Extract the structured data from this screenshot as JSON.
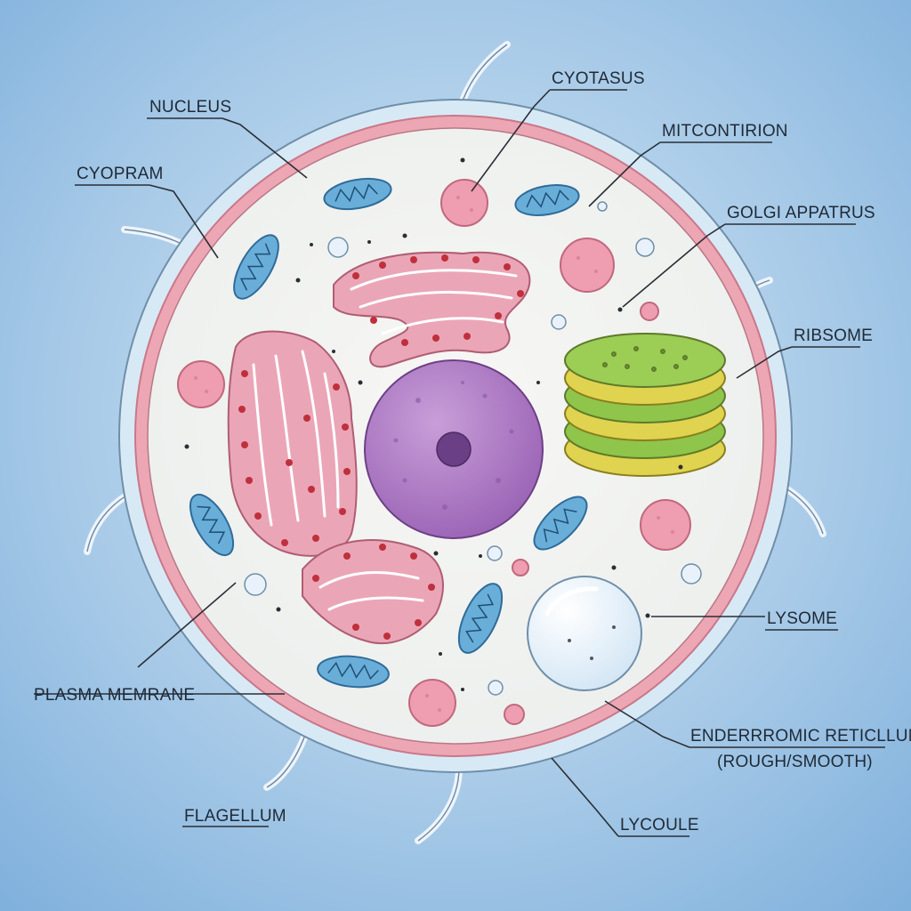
{
  "diagram": {
    "labels": {
      "nucleus": "NUCLEUS",
      "cytoplasm": "CYOPRAM",
      "plasma_membrane": "PLASMA MEMRANE",
      "flagellum": "FLAGELLUM",
      "cytosol": "CYOTASUS",
      "mitochondrion": "MITCONTIRION",
      "golgi": "GOLGI APPATRUS",
      "ribosome": "RIBSOME",
      "lysosome": "LYSOME",
      "er_line1": "ENDERRROMIC RETICLLUM",
      "er_line2": "(ROUGH/SMOOTH)",
      "vacuole": "LYCOULE"
    },
    "colors": {
      "background": "#a9cbe8",
      "cell_fill": "#f2f3f1",
      "membrane_outer": "#cfe3f3",
      "membrane_pink": "#ea9fae",
      "nucleus": "#a571be",
      "nucleolus": "#6a3f86",
      "er": "#e7a2b4",
      "ribosome_dot": "#c0303c",
      "mitochondria": "#69aed9",
      "golgi_green": "#8fc54a",
      "golgi_yellow": "#e1d655",
      "lysosome_pink": "#ef9db0",
      "vacuole": "#e6f1fa"
    }
  }
}
